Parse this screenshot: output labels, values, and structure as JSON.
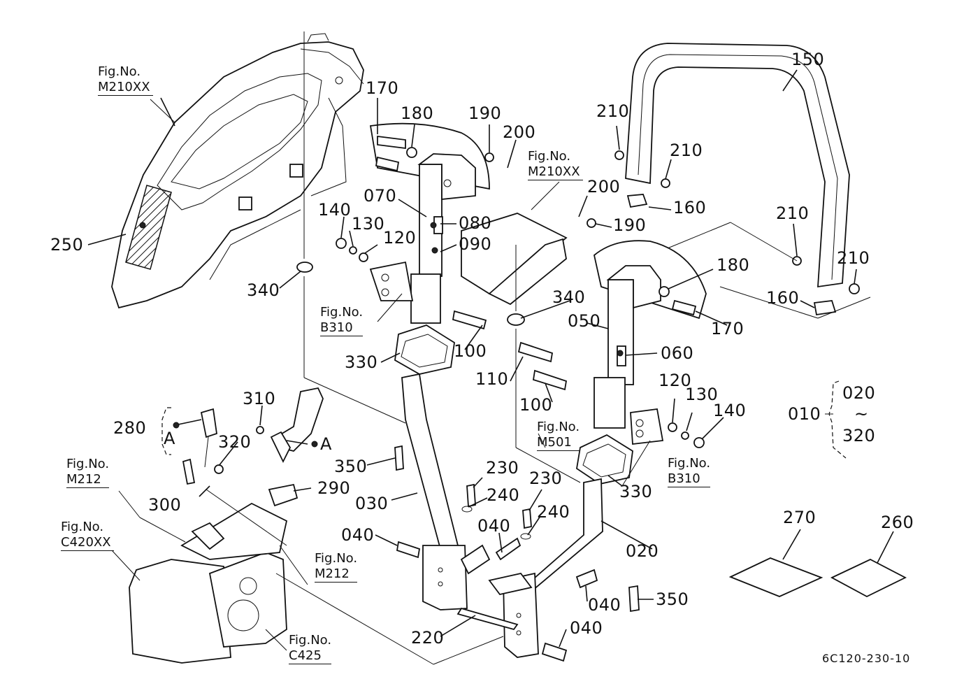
{
  "labels": {
    "p010": "010",
    "p020": "020",
    "p030": "030",
    "p040a": "040",
    "p040b": "040",
    "p040c": "040",
    "p040d": "040",
    "p050": "050",
    "p060": "060",
    "p070": "070",
    "p080": "080",
    "p090": "090",
    "p100a": "100",
    "p100b": "100",
    "p110": "110",
    "p120a": "120",
    "p120b": "120",
    "p130a": "130",
    "p130b": "130",
    "p140a": "140",
    "p140b": "140",
    "p150": "150",
    "p160a": "160",
    "p160b": "160",
    "p170a": "170",
    "p170b": "170",
    "p180a": "180",
    "p180b": "180",
    "p190a": "190",
    "p190b": "190",
    "p200a": "200",
    "p200b": "200",
    "p210a": "210",
    "p210b": "210",
    "p210c": "210",
    "p210d": "210",
    "p220": "220",
    "p230a": "230",
    "p230b": "230",
    "p240a": "240",
    "p240b": "240",
    "p250": "250",
    "p260": "260",
    "p270": "270",
    "p280": "280",
    "p290": "290",
    "p300": "300",
    "p310": "310",
    "p320": "320",
    "p330a": "330",
    "p330b": "330",
    "p340a": "340",
    "p340b": "340",
    "p350a": "350",
    "p350b": "350",
    "range_from": "020",
    "range_sep": "~",
    "range_to": "320",
    "detail_a1": "A",
    "detail_a2": "A"
  },
  "fig_refs": {
    "prefix": "Fig.No.",
    "m210xx_left": "M210XX",
    "m210xx_center": "M210XX",
    "b310_left": "B310",
    "b310_right": "B310",
    "m501": "M501",
    "m212_left": "M212",
    "m212_center": "M212",
    "c420xx": "C420XX",
    "c425": "C425"
  },
  "diagram_code": "6C120-230-10"
}
